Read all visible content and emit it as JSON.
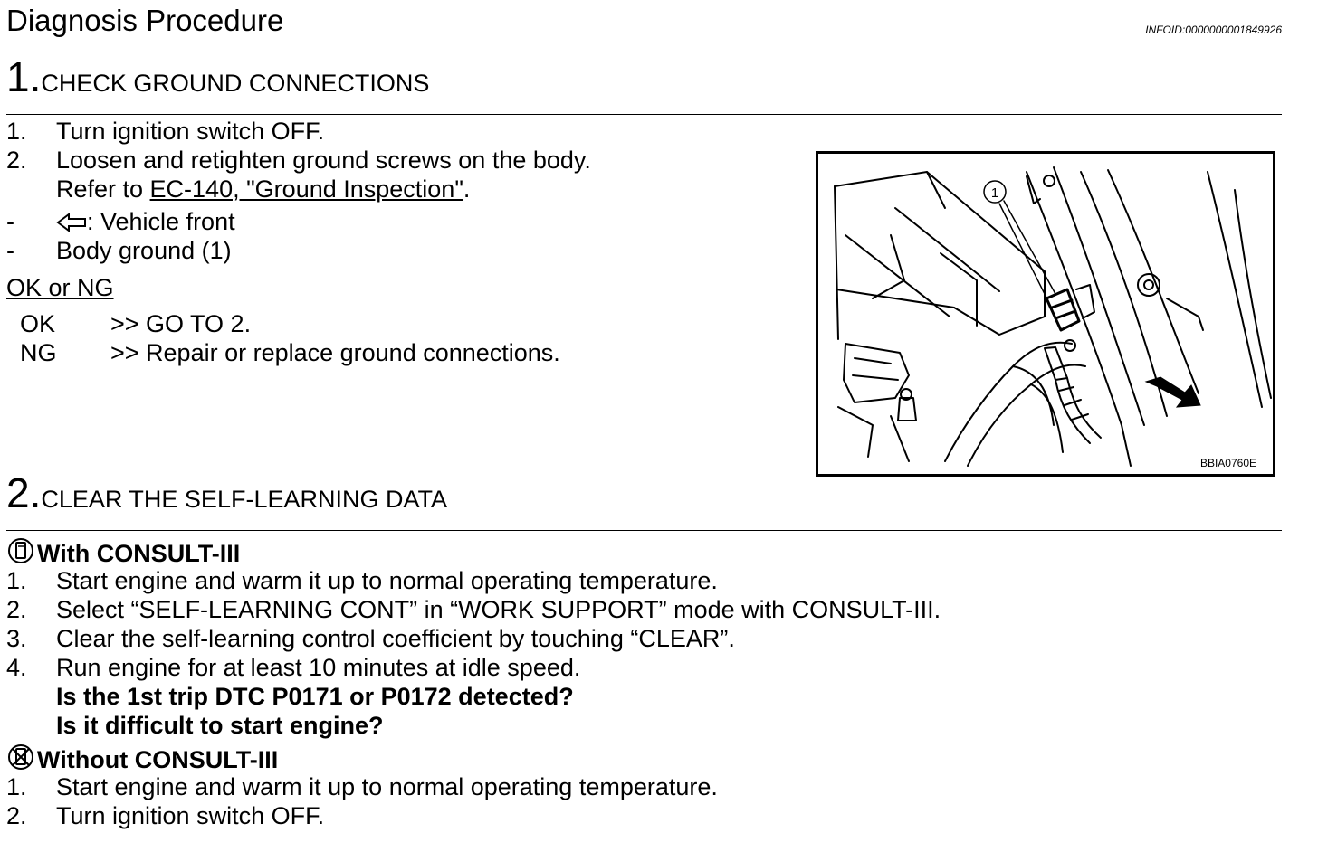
{
  "header": {
    "title": "Diagnosis Procedure",
    "info_id": "INFOID:0000000001849926"
  },
  "step1": {
    "number": "1.",
    "heading": "CHECK GROUND CONNECTIONS",
    "items": [
      {
        "marker": "1.",
        "text": "Turn ignition switch OFF."
      },
      {
        "marker": "2.",
        "text": "Loosen and retighten ground screws on the body."
      }
    ],
    "refer_prefix": "Refer to ",
    "refer_link": "EC-140, \"Ground Inspection\"",
    "refer_suffix": ".",
    "bullets": [
      {
        "marker": "-",
        "text": ": Vehicle front"
      },
      {
        "marker": "-",
        "text": "Body ground (1)"
      }
    ],
    "ok_ng_label": "OK or NG",
    "results": [
      {
        "code": "OK",
        "action": ">> GO TO 2."
      },
      {
        "code": "NG",
        "action": ">> Repair or replace ground connections."
      }
    ],
    "figure_callout": "1",
    "figure_code": "BBIA0760E"
  },
  "step2": {
    "number": "2.",
    "heading": "CLEAR THE SELF-LEARNING DATA",
    "with_consult": {
      "label": "With CONSULT-III",
      "items": [
        {
          "marker": "1.",
          "text": "Start engine and warm it up to normal operating temperature."
        },
        {
          "marker": "2.",
          "text": "Select “SELF-LEARNING CONT” in “WORK SUPPORT” mode with CONSULT-III."
        },
        {
          "marker": "3.",
          "text": "Clear the self-learning control coefficient by touching “CLEAR”."
        },
        {
          "marker": "4.",
          "text": "Run engine for at least 10 minutes at idle speed."
        }
      ],
      "questions": [
        "Is the 1st trip DTC P0171 or P0172 detected?",
        "Is it difficult to start engine?"
      ]
    },
    "without_consult": {
      "label": "Without CONSULT-III",
      "items": [
        {
          "marker": "1.",
          "text": "Start engine and warm it up to normal operating temperature."
        },
        {
          "marker": "2.",
          "text": "Turn ignition switch OFF."
        }
      ]
    }
  }
}
